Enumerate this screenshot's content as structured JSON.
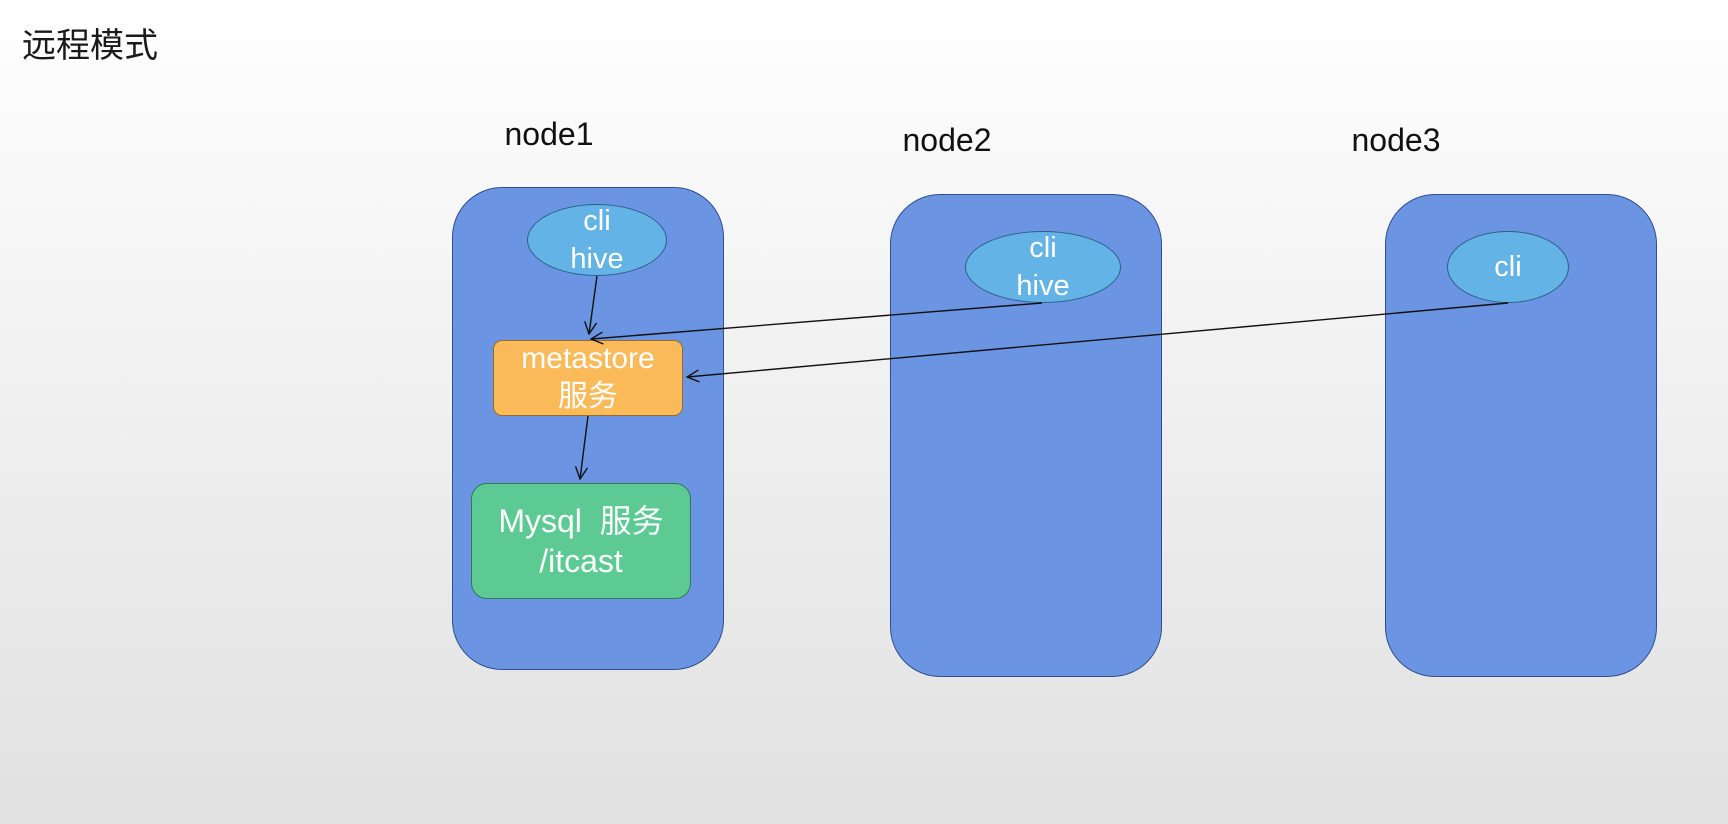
{
  "title": "远程模式",
  "nodes": [
    {
      "label": "node1",
      "client": [
        "cli",
        "hive"
      ],
      "metastore": [
        "metastore",
        "服务"
      ],
      "mysql": [
        "Mysql  服务",
        "/itcast"
      ]
    },
    {
      "label": "node2",
      "client": [
        "cli",
        "hive"
      ]
    },
    {
      "label": "node3",
      "client": [
        "cli"
      ]
    }
  ],
  "edges": [
    {
      "from": "node1.client",
      "to": "node1.metastore"
    },
    {
      "from": "node1.metastore",
      "to": "node1.mysql"
    },
    {
      "from": "node2.client",
      "to": "node1.metastore"
    },
    {
      "from": "node3.client",
      "to": "node1.metastore"
    }
  ],
  "colors": {
    "node_box": "#6b95e3",
    "client_ellipse": "#63b3e6",
    "metastore_box": "#fbba59",
    "mysql_box": "#5dca93",
    "text_on_shapes": "#ffffff"
  }
}
